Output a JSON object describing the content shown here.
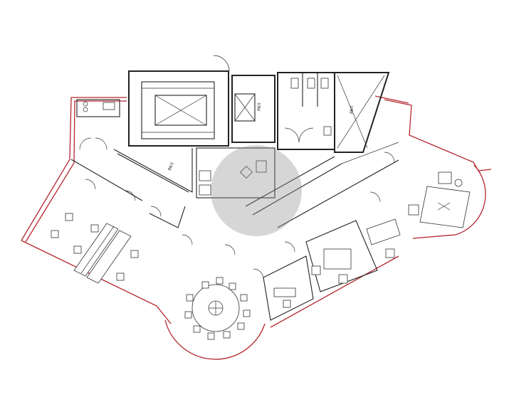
{
  "plan": {
    "lift_label_1": "PA!I",
    "lift_label_2": "PA!I",
    "lift_label_3": "PA!I"
  }
}
